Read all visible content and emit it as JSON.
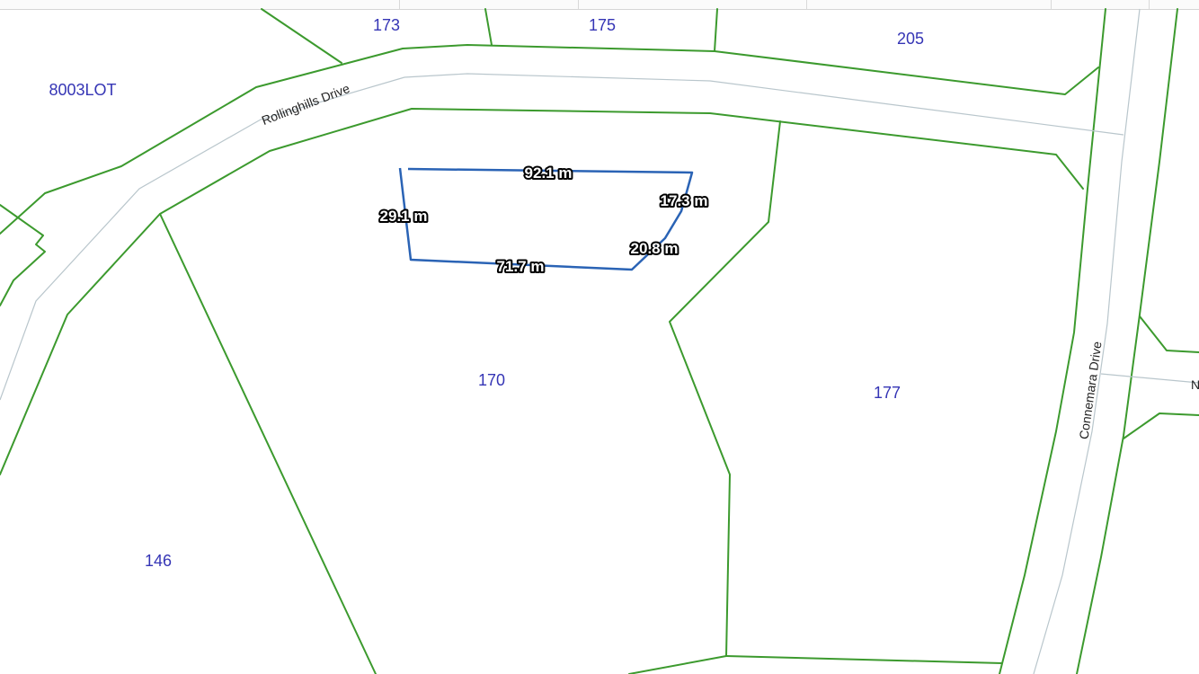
{
  "colors": {
    "boundary": "#3c9a2e",
    "road_centerline": "#b9c6cc",
    "lot_label": "#3535b5",
    "measure_line": "#2a63b5"
  },
  "lots": {
    "lot_8003": "8003LOT",
    "lot_173": "173",
    "lot_175": "175",
    "lot_205": "205",
    "lot_170": "170",
    "lot_177": "177",
    "lot_146": "146"
  },
  "roads": {
    "rollinghills": "Rollinghills Drive",
    "connemara": "Connemara Drive",
    "partial_right": "N"
  },
  "measurements": {
    "top": "92.1 m",
    "left": "29.1 m",
    "right_upper": "17.3 m",
    "right_lower": "20.8 m",
    "bottom": "71.7 m"
  }
}
